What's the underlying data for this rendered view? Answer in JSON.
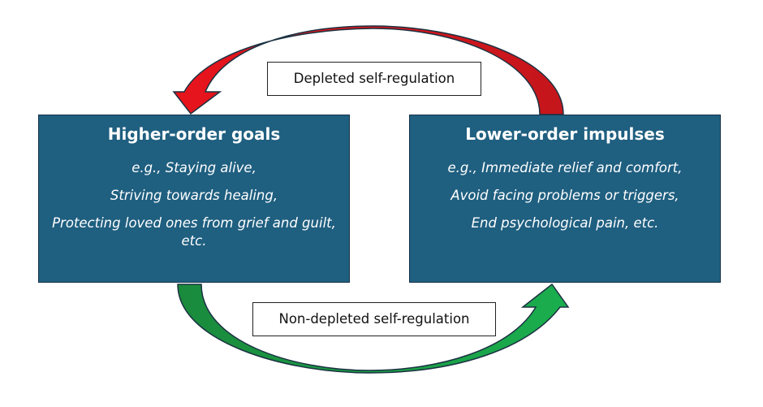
{
  "diagram": {
    "nodes": [
      {
        "id": "higher",
        "title": "Higher-order goals",
        "examples": [
          "e.g., Staying alive,",
          "Striving towards healing,",
          "Protecting loved ones from grief and guilt, etc."
        ]
      },
      {
        "id": "lower",
        "title": "Lower-order impulses",
        "examples": [
          "e.g., Immediate relief and comfort,",
          "Avoid facing problems or triggers,",
          "End psychological pain, etc."
        ]
      }
    ],
    "edges": [
      {
        "from": "lower",
        "to": "higher",
        "label": "Depleted self-regulation",
        "color": "#e8141c",
        "shade": "#c4161c"
      },
      {
        "from": "higher",
        "to": "lower",
        "label": "Non-depleted self-regulation",
        "color": "#1aae4e",
        "shade": "#1a8a3c"
      }
    ],
    "colors": {
      "box_fill": "#1f5f80",
      "box_border": "#16324a",
      "arrow_outline": "#1b3242"
    }
  }
}
